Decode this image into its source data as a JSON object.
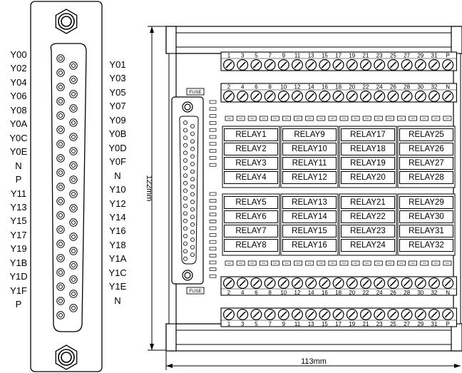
{
  "connector": {
    "left_labels": [
      "Y00",
      "Y02",
      "Y04",
      "Y06",
      "Y08",
      "Y0A",
      "Y0C",
      "Y0E",
      "N",
      "P",
      "Y11",
      "Y13",
      "Y15",
      "Y17",
      "Y19",
      "Y1B",
      "Y1D",
      "Y1F",
      "P"
    ],
    "right_labels": [
      "Y01",
      "Y03",
      "Y05",
      "Y07",
      "Y09",
      "Y0B",
      "Y0D",
      "Y0F",
      "N",
      "Y10",
      "Y12",
      "Y14",
      "Y16",
      "Y18",
      "Y1A",
      "Y1C",
      "Y1E",
      "N"
    ]
  },
  "board": {
    "height_label": "122mm",
    "width_label": "113mm",
    "fuse_label": "FUSE",
    "terminal_top_odd": [
      "1",
      "3",
      "5",
      "7",
      "9",
      "11",
      "13",
      "15",
      "17",
      "19",
      "21",
      "23",
      "25",
      "27",
      "29",
      "31",
      "P"
    ],
    "terminal_top_even": [
      "2",
      "4",
      "6",
      "8",
      "10",
      "12",
      "14",
      "16",
      "18",
      "20",
      "22",
      "24",
      "26",
      "28",
      "30",
      "32",
      "N"
    ],
    "relays_upper": [
      [
        "RELAY1",
        "RELAY2",
        "RELAY3",
        "RELAY4"
      ],
      [
        "RELAY9",
        "RELAY10",
        "RELAY11",
        "RELAY12"
      ],
      [
        "RELAY17",
        "RELAY18",
        "RELAY19",
        "RELAY20"
      ],
      [
        "RELAY25",
        "RELAY26",
        "RELAY27",
        "RELAY28"
      ]
    ],
    "relays_lower": [
      [
        "RELAY5",
        "RELAY6",
        "RELAY7",
        "RELAY8"
      ],
      [
        "RELAY13",
        "RELAY14",
        "RELAY15",
        "RELAY16"
      ],
      [
        "RELAY21",
        "RELAY22",
        "RELAY23",
        "RELAY24"
      ],
      [
        "RELAY29",
        "RELAY30",
        "RELAY31",
        "RELAY32"
      ]
    ]
  }
}
